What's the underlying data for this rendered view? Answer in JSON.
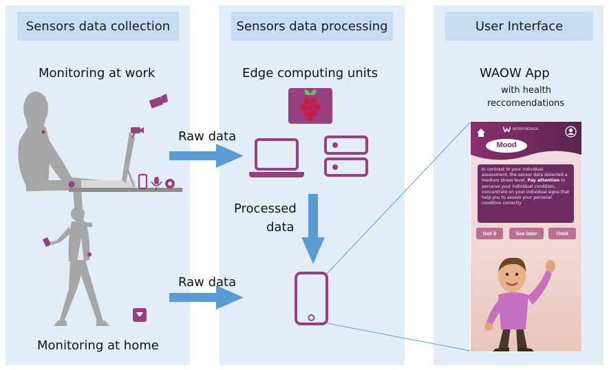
{
  "columns": [
    {
      "header": "Sensors data collection"
    },
    {
      "header": "Sensors data processing"
    },
    {
      "header": "User Interface"
    }
  ],
  "collection": {
    "work_label": "Monitoring at work",
    "home_label": "Monitoring at home"
  },
  "processing": {
    "edge_label": "Edge computing units",
    "raw_data_label_1": "Raw data",
    "raw_data_label_2": "Raw data",
    "processed_label_line1": "Processed",
    "processed_label_line2": "data"
  },
  "ui": {
    "app_title": "WAOW App",
    "app_subtitle_line1": "with health",
    "app_subtitle_line2": "reccomendations"
  },
  "app_screen": {
    "brand": "WORKINGAGE",
    "title": "Mood",
    "message_part1": "In contrast to your individual assessment, the sensor data detected a medium stress level.",
    "message_bold": "Pay attention",
    "message_part2": "to perceive your individual condition, concentrate on your individual signs that help you to assess your personal condition correctly",
    "buttons": [
      "Got it",
      "See later",
      "Omit"
    ]
  },
  "colors": {
    "panel_bg": "#e3edf8",
    "panel_header": "#c6dcf1",
    "device_purple": "#96407f",
    "arrow_blue": "#5b9bd5",
    "silhouette_gray": "#a6a6a6"
  }
}
